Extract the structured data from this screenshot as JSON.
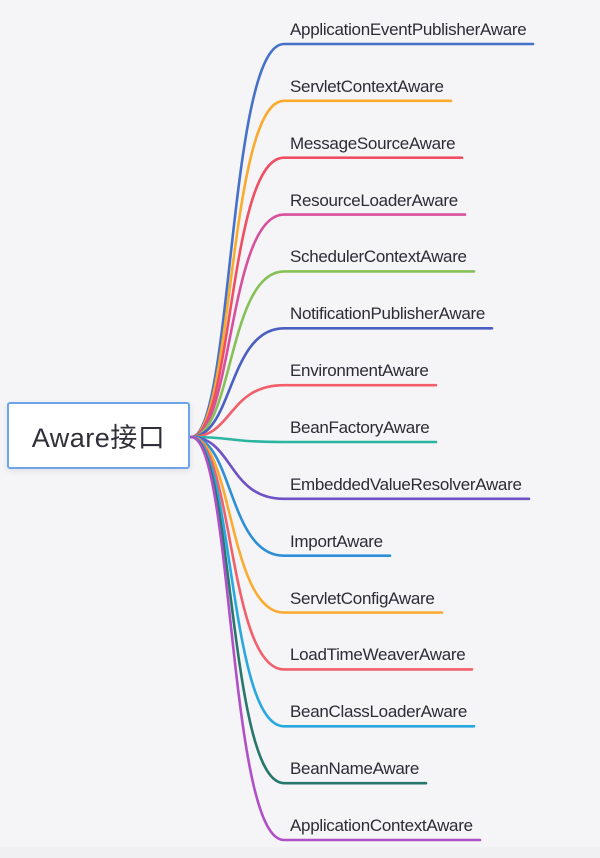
{
  "canvas": {
    "background_color": "#f5f4f6",
    "bottom_strip_color": "#f0eff2"
  },
  "root": {
    "label": "Aware接口",
    "border_color": "#6ca6e9",
    "fill_color": "#ffffff",
    "text_color": "#31303a"
  },
  "branches": [
    {
      "label": "ApplicationEventPublisherAware",
      "color": "#4571c9"
    },
    {
      "label": "ServletContextAware",
      "color": "#f9ab2e"
    },
    {
      "label": "MessageSourceAware",
      "color": "#ef4e63"
    },
    {
      "label": "ResourceLoaderAware",
      "color": "#d8509c"
    },
    {
      "label": "SchedulerContextAware",
      "color": "#86c157"
    },
    {
      "label": "NotificationPublisherAware",
      "color": "#4a5fc1"
    },
    {
      "label": "EnvironmentAware",
      "color": "#f25f6b"
    },
    {
      "label": "BeanFactoryAware",
      "color": "#2ab5a0"
    },
    {
      "label": "EmbeddedValueResolverAware",
      "color": "#6f52c5"
    },
    {
      "label": "ImportAware",
      "color": "#2d8fd5"
    },
    {
      "label": "ServletConfigAware",
      "color": "#f9ac33"
    },
    {
      "label": "LoadTimeWeaverAware",
      "color": "#f25f6b"
    },
    {
      "label": "BeanClassLoaderAware",
      "color": "#29a8e0"
    },
    {
      "label": "BeanNameAware",
      "color": "#27776d"
    },
    {
      "label": "ApplicationContextAware",
      "color": "#b050c8"
    }
  ]
}
